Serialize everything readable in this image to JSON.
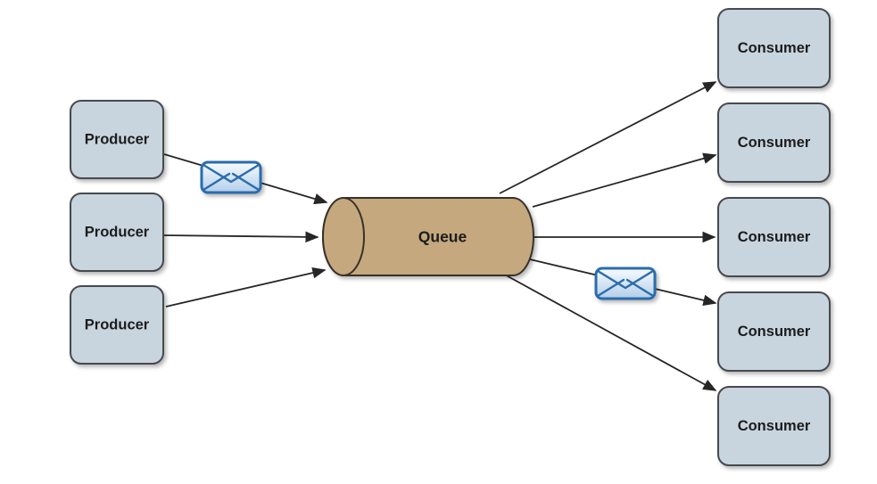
{
  "diagram": {
    "kind": "message-queue-topology",
    "background": "#ffffff",
    "producers": [
      {
        "id": "producer-1",
        "label": "Producer"
      },
      {
        "id": "producer-2",
        "label": "Producer"
      },
      {
        "id": "producer-3",
        "label": "Producer"
      }
    ],
    "queue": {
      "id": "queue",
      "label": "Queue"
    },
    "consumers": [
      {
        "id": "consumer-1",
        "label": "Consumer"
      },
      {
        "id": "consumer-2",
        "label": "Consumer"
      },
      {
        "id": "consumer-3",
        "label": "Consumer"
      },
      {
        "id": "consumer-4",
        "label": "Consumer"
      },
      {
        "id": "consumer-5",
        "label": "Consumer"
      }
    ],
    "edges": [
      {
        "from": "producer-1",
        "to": "queue",
        "icon": "envelope-icon"
      },
      {
        "from": "producer-2",
        "to": "queue"
      },
      {
        "from": "producer-3",
        "to": "queue"
      },
      {
        "from": "queue",
        "to": "consumer-1"
      },
      {
        "from": "queue",
        "to": "consumer-2"
      },
      {
        "from": "queue",
        "to": "consumer-3"
      },
      {
        "from": "queue",
        "to": "consumer-4",
        "icon": "envelope-icon"
      },
      {
        "from": "queue",
        "to": "consumer-5"
      }
    ],
    "colors": {
      "node_fill": "#c8d5df",
      "node_stroke": "#46494d",
      "queue_fill": "#c5a87e",
      "queue_stroke": "#383229",
      "arrow": "#262626",
      "envelope_stroke": "#2a6cad",
      "envelope_fill_top": "#f8fbfe",
      "envelope_fill_bottom": "#b3cee9",
      "text": "#1c1c1c"
    }
  }
}
